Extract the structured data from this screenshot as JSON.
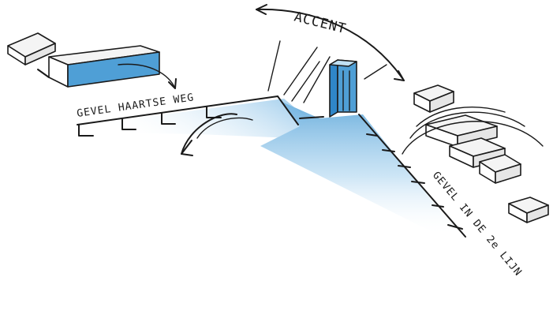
{
  "labels": {
    "accent": "ACCENT",
    "street_label_top": "GEVEL HAARTSE WEG",
    "street_label_right": "GEVEL IN DE 2e LIJN"
  },
  "colors": {
    "ink": "#1a1a1a",
    "accent_blue": "#4f9fd6",
    "light_blue": "#bfe0f4",
    "paper": "#ffffff",
    "box_top": "#f4f4f4"
  }
}
